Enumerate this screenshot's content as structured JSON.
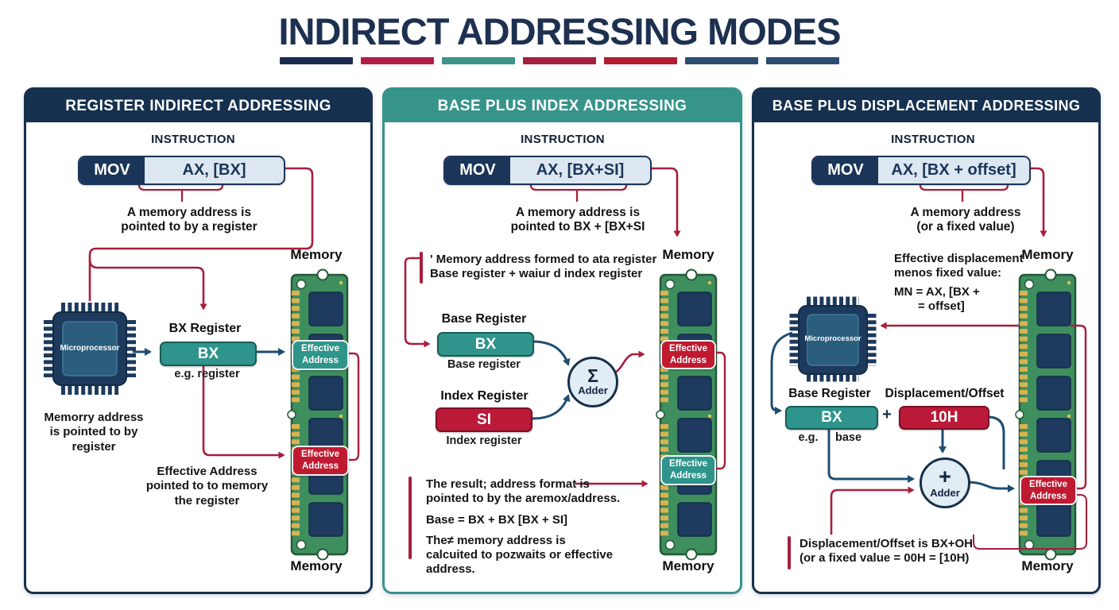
{
  "title": "INDIRECT ADDRESSING MODES",
  "underline_colors": [
    "#1b2b4d",
    "#b31e48",
    "#3d948a",
    "#a32040",
    "#b01d33",
    "#2c4d71",
    "#2c4d71"
  ],
  "colors": {
    "navy": "#16314f",
    "teal": "#37948b",
    "red": "#b51e3f",
    "arrow_red": "#a81e3c",
    "arrow_blue": "#1f4d71"
  },
  "p1": {
    "header": "REGISTER INDIRECT ADDRESSING",
    "instruction_label": "INSTRUCTION",
    "mnemonic": "MOV",
    "operands": "AX, [BX]",
    "caption1": "A memory address is",
    "caption2": "pointed to by a register",
    "chip_label": "Microprocessor",
    "chip_note1": "Memorry address",
    "chip_note2": "is pointed to by",
    "chip_note3": "register",
    "reg_label": "BX Register",
    "reg_value": "BX",
    "reg_caption": "e.g. register",
    "ea_note1": "Effective Address",
    "ea_note2": "pointed to to memory",
    "ea_note3": "the register",
    "mem_top": "Memory",
    "mem_bottom": "Memory",
    "badge_teal1": "Effective",
    "badge_teal2": "Address",
    "badge_red1": "Effective",
    "badge_red2": "Address"
  },
  "p2": {
    "header": "BASE PLUS INDEX ADDRESSING",
    "instruction_label": "INSTRUCTION",
    "mnemonic": "MOV",
    "operands": "AX, [BX+SI]",
    "caption1": "A memory address is",
    "caption2": "pointed to BX + [BX+SI",
    "note1": "' Memory address formed to ata register",
    "note2": "Base register + waiur d index register",
    "base_label": "Base Register",
    "base_value": "BX",
    "base_caption": "Base register",
    "index_label": "Index Register",
    "index_value": "SI",
    "index_caption": "Index register",
    "adder_symbol": "Σ",
    "adder_label": "Adder",
    "result1": "The result; address format is",
    "result2": "pointed to by the aremox/address.",
    "formula": "Base = BX + BX [BX + SI]",
    "result3": "The≠ memory address is",
    "result4": "calcuited to pozwaits or effective",
    "result5": "address.",
    "mem_top": "Memory",
    "mem_bottom": "Memory",
    "badge_red1": "Effective",
    "badge_red2": "Address",
    "badge_teal1": "Effective",
    "badge_teal2": "Address"
  },
  "p3": {
    "header": "BASE PLUS DISPLACEMENT ADDRESSING",
    "instruction_label": "INSTRUCTION",
    "mnemonic": "MOV",
    "operands": "AX, [BX + offset]",
    "caption1": "A memory address",
    "caption2": "(or a fixed value)",
    "note1": "Effective displacement",
    "note2": "menos fixed value:",
    "note3": "MN = AX, [BX +",
    "note4": "= offset]",
    "chip_label": "Microprocessor",
    "base_label": "Base Register",
    "base_value": "BX",
    "plus": "+",
    "disp_label": "Displacement/Offset",
    "disp_value": "10H",
    "eg": "e.g.",
    "eg_base": "base",
    "adder_symbol": "+",
    "adder_label": "Adder",
    "bottom1": "Displacement/Offset is BX+OH",
    "bottom2": "(or a fixed value = 00H = [10H)",
    "mem_top": "Memory",
    "mem_bottom": "Memory",
    "badge_red1": "Effective",
    "badge_red2": "Address"
  }
}
